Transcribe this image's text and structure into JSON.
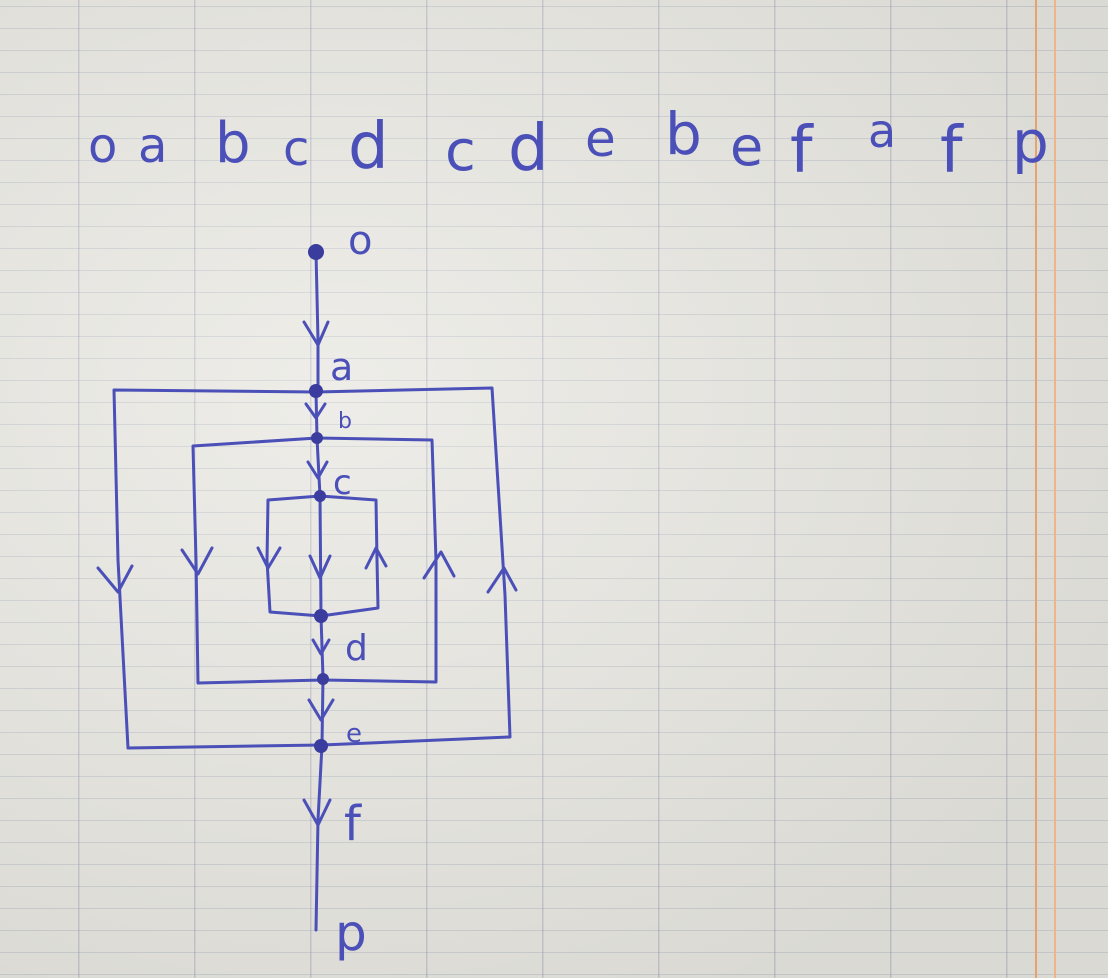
{
  "sequence": [
    "o",
    "a",
    "b",
    "c",
    "d",
    "c",
    "d",
    "e",
    "b",
    "e",
    "f",
    "a",
    "f",
    "p"
  ],
  "nodes": {
    "o": "o",
    "a": "a",
    "b": "b",
    "c": "c",
    "d": "d",
    "e": "e",
    "f": "f",
    "p": "p"
  },
  "colors": {
    "ink": "#4b4fb8",
    "paper": "#e8e7e1",
    "margin": "#e8a26a"
  }
}
